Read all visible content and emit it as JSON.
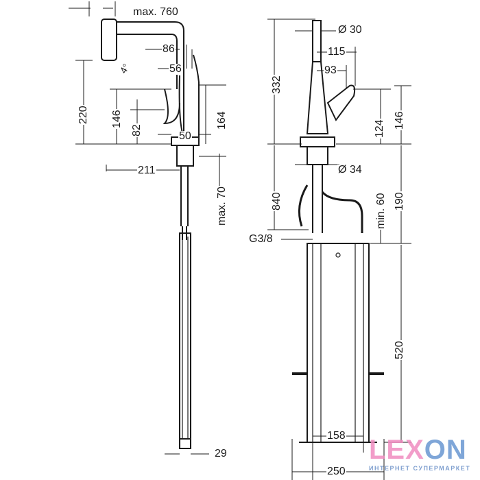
{
  "side_view": {
    "dims": {
      "max_reach": "max. 760",
      "d86": "86",
      "d56": "56",
      "angle": "4°",
      "d220": "220",
      "d146": "146",
      "d82": "82",
      "d164": "164",
      "d50": "50",
      "d211": "211",
      "max70": "max. 70",
      "d29": "29"
    }
  },
  "front_view": {
    "dims": {
      "dia30": "Ø 30",
      "d115": "115",
      "d93": "93",
      "d332": "332",
      "d124": "124",
      "d146": "146",
      "dia34": "Ø 34",
      "d840": "840",
      "min60": "min. 60",
      "d190": "190",
      "thread": "G3/8",
      "d520": "520",
      "d158": "158",
      "d250": "250"
    }
  },
  "logo": {
    "part1": "LEX",
    "part2": "ON",
    "tagline": "ИНТЕРНЕТ СУПЕРМАРКЕТ",
    "color_pink": "#f08cc0",
    "color_blue": "#7fa6d8"
  }
}
